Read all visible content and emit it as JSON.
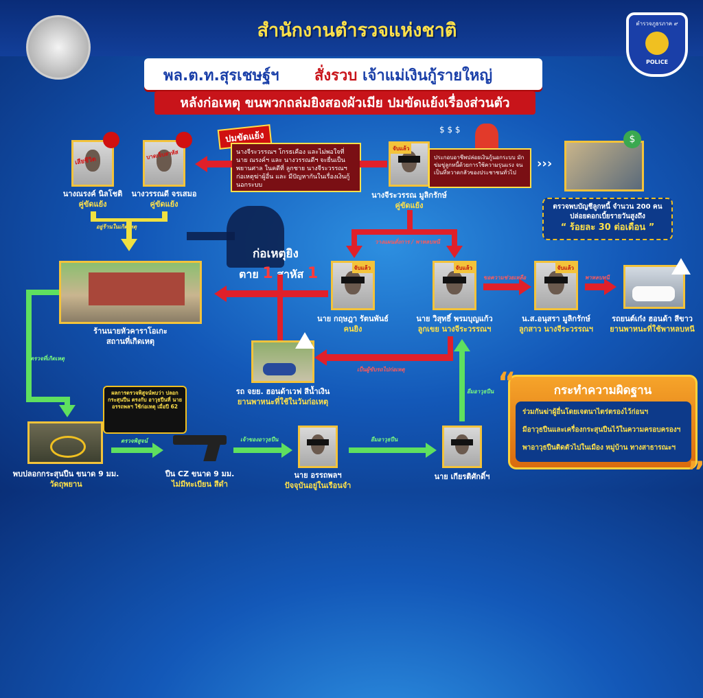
{
  "header": {
    "title": "สำนักงานตำรวจแห่งชาติ",
    "headline_part1": "พล.ต.ท.สุรเชษฐ์ฯ",
    "headline_part2": "สั่งรวบ",
    "headline_part3": "เจ้าแม่เงินกู้รายใหญ่",
    "subheadline": "หลังก่อเหตุ ขนพวกถล่มยิงสองผัวเมีย ปมขัดแย้งเรื่องส่วนตัว",
    "police_badge_top": "ตำรวจภูธรภาค ๙",
    "police_badge_bottom": "POLICE"
  },
  "conflict": {
    "tag": "ปมขัดแย้ง",
    "text": "นางจีระวรรณฯ โกรธเคือง และไม่พอใจที่ นาย ณรงค์ฯ และ นางวรรณดีฯ จะยื่นเป็นพยานศาล ในคดีที่ ลูกชาย นางจีระวรรณฯ ก่อเหตุฆ่าผู้อื่น และ มีปัญหากันในเรื่องเงินกู้นอกระบบ"
  },
  "victims": [
    {
      "stamp": "เสียชีวิต",
      "name": "นางณรงค์ นิลโชติ",
      "role": "คู่ขัดแย้ง"
    },
    {
      "stamp": "บาดเจ็บสาหัส",
      "name": "นางวรรณดี จรเสมอ",
      "role": "คู่ขัดแย้ง"
    }
  ],
  "victims_note": "อยู่ร้านในเกิดเหตุ",
  "suspect_main": {
    "stamp": "จับแล้ว",
    "name": "นางจีระวรรณ มูลิกรักษ์",
    "role": "คู่ขัดแย้ง"
  },
  "lending": {
    "text": "ประกอบอาชีพปล่อยเงินกู้นอกระบบ มักข่มขู่ลูกหนี้ด้วยการใช้ความรุนแรง จนเป็นที่หวาดกลัวของประชาชนทั่วไป",
    "summary_line1": "ตรวจพบบัญชีลูกหนี้ จำนวน 200 คน",
    "summary_line2": "ปล่อยดอกเบี้ยรายวันสูงถึง",
    "rate": "“ ร้อยละ 30 ต่อเดือน ”"
  },
  "shooting": {
    "title": "ก่อเหตุยิง",
    "dead_label": "ตาย",
    "dead_count": "1",
    "injured_label": "สาหัส",
    "injured_count": "1"
  },
  "crime_scene": {
    "line1": "ร้านนายหัวคาราโอเกะ",
    "line2": "สถานที่เกิดเหตุ"
  },
  "order_tag": "วางแผนสั่งการ / พาหลบหนี",
  "suspects": [
    {
      "stamp": "จับแล้ว",
      "name": "นาย กฤษฎา รัตนพันธ์",
      "role": "คนยิง"
    },
    {
      "stamp": "จับแล้ว",
      "name": "นาย วิสุทธิ์ พรมบุญแก้ว",
      "role": "ลูกเขย นางจีระวรรณฯ"
    },
    {
      "stamp": "จับแล้ว",
      "name": "น.ส.อนุสรา มูลิกรักษ์",
      "role": "ลูกสาว นางจีระวรรณฯ"
    }
  ],
  "help_tag": "ขอความช่วยเหลือ",
  "escape_tag": "พาหลบหนี",
  "escape_car": {
    "line1": "รถยนต์เก๋ง ฮอนด้า สีขาว",
    "line2": "ยานพาหนะที่ใช้พาหลบหนี"
  },
  "motorbike": {
    "line1": "รถ จยย. ฮอนด้าเวฟ สีน้ำเงิน",
    "line2": "ยานพาหนะที่ใช้ในวันก่อเหตุ"
  },
  "motorbike_tag": "เป็นผู้ขับรถไปก่อเหตุ",
  "inspection_tag": "ตรวจที่เกิดเหตุ",
  "casing_result": "ผลการตรวจพิสูจน์พบว่า ปลอกกระสุนปืน ตรงกับ อาวุธปืนที่ นายอรรถพลฯ ใช้ก่อเหตุ เมื่อปี 62",
  "casing": {
    "line1": "พบปลอกกระสุนปืน ขนาด 9 มม.",
    "line2": "วัดถุพยาน"
  },
  "proof_tag": "ตรวจพิสูจน์",
  "gun": {
    "line1": "ปืน CZ ขนาด 9 มม.",
    "line2": "ไม่มีทะเบียน สีดำ"
  },
  "gun_owner_tag": "เจ้าของอาวุธปืน",
  "lender1": {
    "name": "นาย อรรถพลฯ",
    "role": "ปัจจุบันอยู่ในเรือนจำ"
  },
  "borrow_tag1": "ยืมอาวุธปืน",
  "lender2": {
    "name": "นาย เกียรติศักดิ์ฯ"
  },
  "borrow_tag2": "ยืมอาวุธปืน",
  "offense": {
    "title": "กระทำความผิดฐาน",
    "items": [
      "ร่วมกันฆ่าผู้อื่นโดยเจตนาไตร่ตรองไว้ก่อนฯ",
      "มีอาวุธปืนและเครื่องกระสุนปืนไว้ในความครอบครองฯ",
      "พาอาวุธปืนติดตัวไปในเมือง หมู่บ้าน ทางสาธารณะฯ"
    ]
  },
  "colors": {
    "gold": "#f0c021",
    "red": "#e0202a",
    "green": "#5fe05f",
    "navy": "#0a2c78"
  }
}
